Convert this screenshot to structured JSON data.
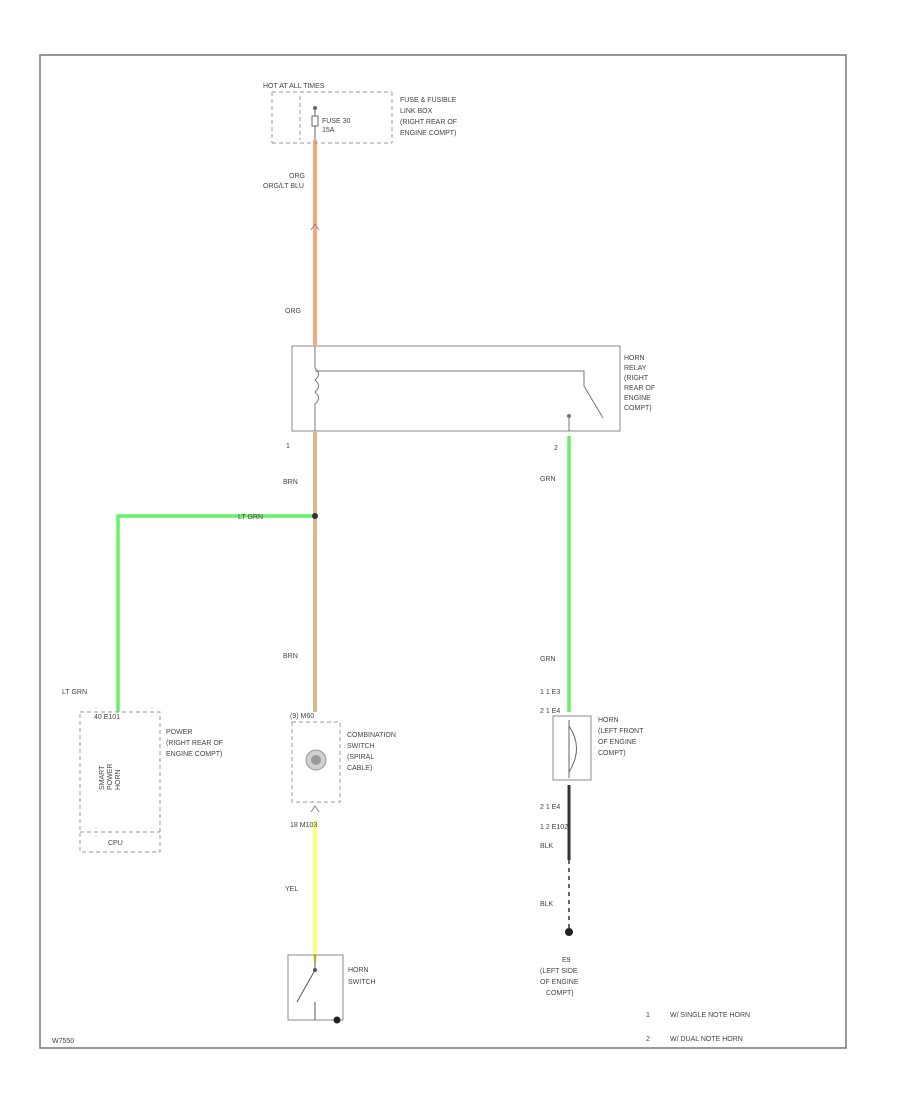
{
  "colors": {
    "wire_orange": "#f7a77a",
    "wire_tan": "#d7b98a",
    "wire_green": "#66f266",
    "wire_yellow": "#ffff66",
    "wire_black": "#333333"
  },
  "labels": {
    "hot_at_all_times": "HOT AT ALL TIMES",
    "fuse_box": [
      "FUSE & FUSIBLE",
      "LINK BOX",
      "(RIGHT REAR OF",
      "ENGINE COMPT)"
    ],
    "fuse": [
      "FUSE 30",
      "15A"
    ],
    "wire_org_1": "ORG",
    "wire_org_ltblu": "ORG/LT BLU",
    "wire_org_2": "ORG",
    "horn_relay": [
      "HORN",
      "RELAY",
      "(RIGHT",
      "REAR OF",
      "ENGINE",
      "COMPT)"
    ],
    "relay_pin_left": "1",
    "relay_pin_right": "2",
    "wire_brn_1": "BRN",
    "wire_lt_grn_splice": "LT GRN",
    "wire_grn_1": "GRN",
    "wire_brn_2": "BRN",
    "wire_grn_2": "GRN",
    "wire_lt_grn_left": "LT GRN",
    "power_connector": "40 E101",
    "power_label": [
      "POWER",
      "(RIGHT REAR OF",
      "ENGINE COMPT)"
    ],
    "power_inner": [
      "SMART",
      "POWER",
      "HORN"
    ],
    "cpu": "CPU",
    "combo_pins": "(9) M60",
    "combination_switch": [
      "COMBINATION",
      "SWITCH",
      "(SPIRAL",
      "CABLE)"
    ],
    "combo_bottom_pins": "18  M103",
    "wire_yel": "YEL",
    "horn_switch": [
      "HORN",
      "SWITCH"
    ],
    "horn_row1": "1   1   E3",
    "horn_row2": "2   1   E4",
    "horn": [
      "HORN",
      "(LEFT FRONT",
      "OF ENGINE",
      "COMPT)"
    ],
    "horn_row3": "2   1   E4",
    "horn_row4": "1   2   E102",
    "wire_blk_1": "BLK",
    "wire_blk_2": "BLK",
    "ground": [
      "E9",
      "(LEFT SIDE",
      "OF ENGINE",
      "COMPT)"
    ],
    "legend": [
      {
        "marker": "1",
        "text": "W/ SINGLE NOTE HORN"
      },
      {
        "marker": "2",
        "text": "W/ DUAL NOTE HORN"
      }
    ],
    "figure_id": "W7550"
  }
}
